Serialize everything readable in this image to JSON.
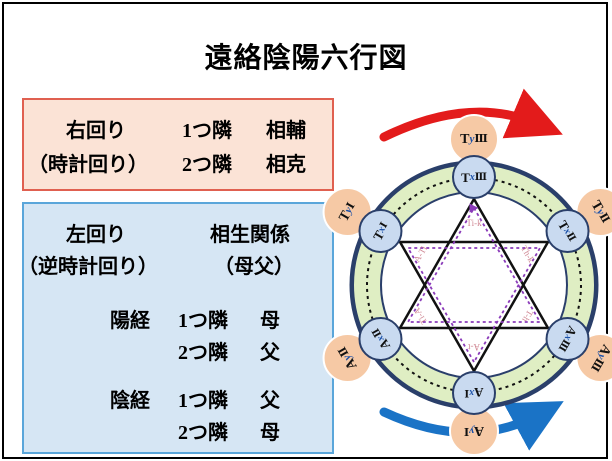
{
  "title": "遠絡陰陽六行図",
  "clockwise_box": {
    "label_line1": "右回り",
    "label_line2": "（時計回り）",
    "rows": [
      {
        "num": "1",
        "tsu": "つ隣",
        "relation": "相輔"
      },
      {
        "num": "2",
        "tsu": "つ隣",
        "relation": "相克"
      }
    ]
  },
  "counter_box": {
    "label_line1": "左回り",
    "label_line2": "（逆時計回り）",
    "header_line1": "相生関係",
    "header_line2": "（母父）",
    "yang": {
      "label": "陽経",
      "rows": [
        {
          "num": "1",
          "tsu": "つ隣",
          "relation": "母"
        },
        {
          "num": "2",
          "tsu": "つ隣",
          "relation": "父"
        }
      ]
    },
    "yin": {
      "label": "陰経",
      "rows": [
        {
          "num": "1",
          "tsu": "つ隣",
          "relation": "父"
        },
        {
          "num": "2",
          "tsu": "つ隣",
          "relation": "母"
        }
      ]
    }
  },
  "diagram": {
    "outer_nodes": [
      {
        "pre": "T",
        "mid": "y",
        "post": "Ⅲ"
      },
      {
        "pre": "T",
        "mid": "y",
        "post": "Ⅱ"
      },
      {
        "pre": "A",
        "mid": "y",
        "post": "Ⅲ"
      },
      {
        "pre": "A",
        "mid": "y",
        "post": "Ⅰ"
      },
      {
        "pre": "A",
        "mid": "y",
        "post": "Ⅱ"
      },
      {
        "pre": "T",
        "mid": "y",
        "post": "Ⅰ"
      }
    ],
    "inner_nodes": [
      {
        "pre": "T",
        "mid": "x",
        "post": "Ⅲ"
      },
      {
        "pre": "T",
        "mid": "x",
        "post": "Ⅱ"
      },
      {
        "pre": "A",
        "mid": "x",
        "post": "Ⅲ"
      },
      {
        "pre": "A",
        "mid": "x",
        "post": "Ⅰ"
      },
      {
        "pre": "A",
        "mid": "x",
        "post": "Ⅱ"
      },
      {
        "pre": "T",
        "mid": "x",
        "post": "Ⅰ"
      }
    ],
    "faint_labels": [
      "Ti-k",
      "Th-k",
      "T-h",
      "A-t",
      "Ti-A",
      "A-Ti"
    ],
    "colors": {
      "red_arrow": "#e31b1b",
      "blue_arrow": "#1a73c6",
      "outer_node_fill": "#f6c9a5",
      "inner_node_fill": "#c9daf0",
      "ring_fill": "#dfeec3",
      "ring_stroke": "#2a3f6a",
      "purple": "#8a3ab9"
    }
  }
}
